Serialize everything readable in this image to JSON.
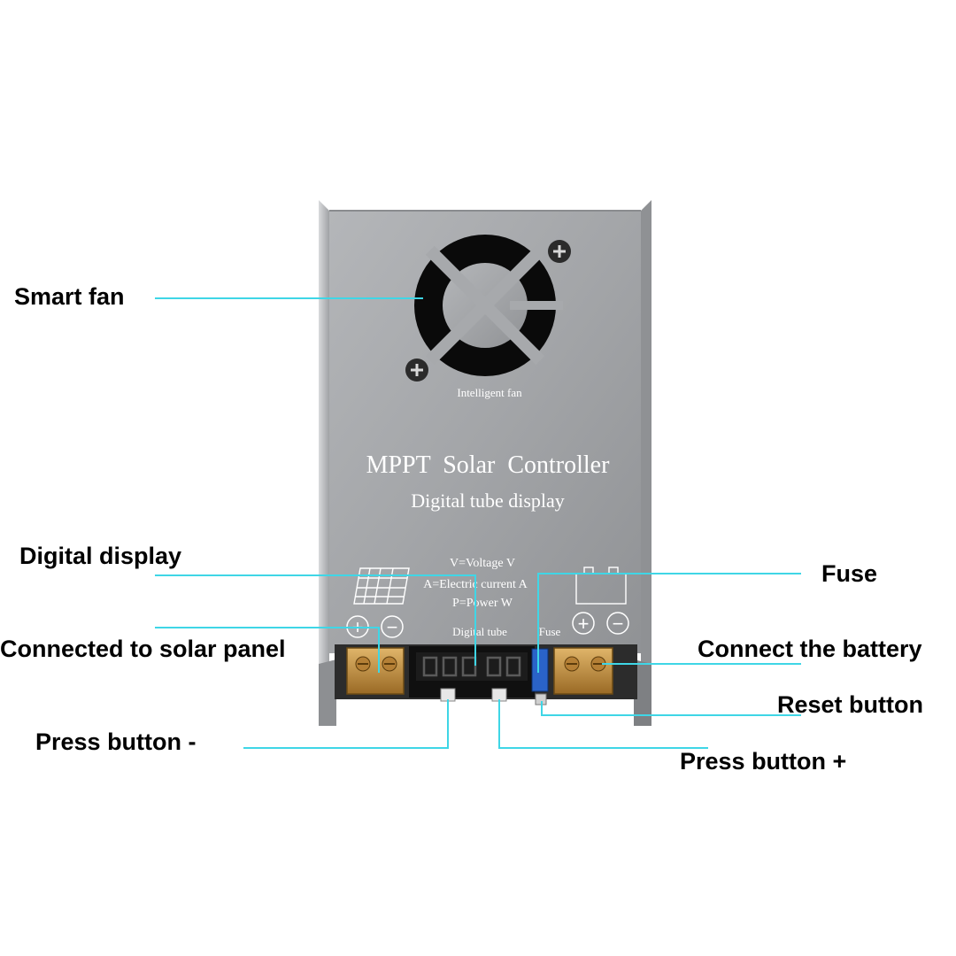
{
  "device": {
    "fan_caption": "Intelligent fan",
    "title": "MPPT  Solar  Controller",
    "subtitle": "Digital tube display",
    "legend": [
      "V=Voltage V",
      "A=Electric current A",
      "P=Power W"
    ],
    "digital_tube_label": "Digital tube",
    "fuse_label": "Fuse",
    "plus_symbol": "+",
    "minus_symbol": "−",
    "colors": {
      "leader": "#3fd6e6",
      "casing": "#a7a9ac",
      "terminal": "#c89a4a",
      "fuse": "#2a63c8"
    }
  },
  "callouts": {
    "smart_fan": "Smart fan",
    "digital_display": "Digital display",
    "connected_solar": "Connected to solar panel",
    "press_minus": "Press button -",
    "fuse": "Fuse",
    "connect_battery": "Connect the battery",
    "reset_button": "Reset button",
    "press_plus": "Press button +"
  }
}
